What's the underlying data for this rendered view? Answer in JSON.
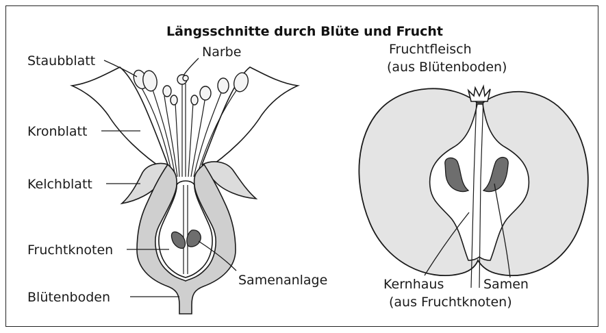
{
  "figure": {
    "title": "Längsschnitte durch Blüte und Frucht",
    "flower_labels": {
      "staubblatt": "Staubblatt",
      "narbe": "Narbe",
      "kronblatt": "Kronblatt",
      "kelchblatt": "Kelchblatt",
      "fruchtknoten": "Fruchtknoten",
      "bluetenboden": "Blütenboden",
      "samenanlage": "Samenanlage"
    },
    "fruit_labels": {
      "fruchtfleisch_line1": "Fruchtfleisch",
      "fruchtfleisch_line2": "(aus Blütenboden)",
      "kernhaus_line1": "Kernhaus",
      "kernhaus_line2": "(aus Fruchtknoten)",
      "samen": "Samen"
    }
  },
  "colors": {
    "outline": "#1a1a1a",
    "receptacle_gray": "#cfcfcf",
    "flesh_gray": "#e4e4e4",
    "ovule_dark": "#6e6e6e"
  }
}
